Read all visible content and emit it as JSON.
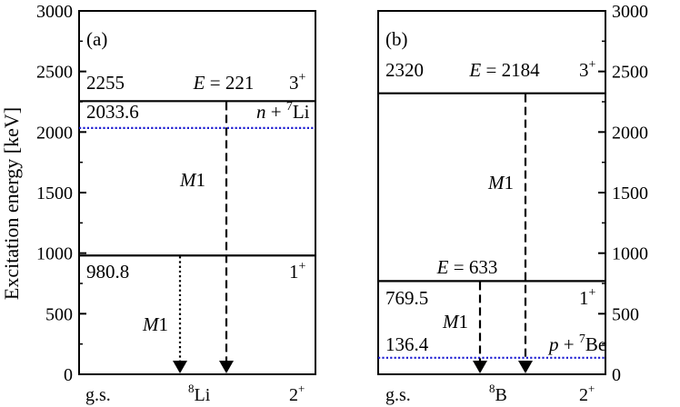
{
  "y_axis": {
    "label": "Excitation energy [keV]",
    "ticks": [
      "0",
      "500",
      "1000",
      "1500",
      "2000",
      "2500",
      "3000"
    ],
    "tick_values": [
      0,
      500,
      1000,
      1500,
      2000,
      2500,
      3000
    ],
    "range": [
      0,
      3000
    ]
  },
  "colors": {
    "threshold": "#1f1fd2",
    "lines": "#000000"
  },
  "panels": [
    {
      "id": "a",
      "panel_label": "(a)",
      "nucleus_mass": "8",
      "nucleus_symbol": "Li",
      "gs_label": "g.s.",
      "gs_spin": "2",
      "gs_parity": "+",
      "levels": [
        {
          "energy_value": 2255,
          "energy": "2255",
          "spin": "3",
          "parity": "+",
          "transition_label": "E = 221"
        },
        {
          "energy_value": 980.8,
          "energy": "980.8",
          "spin": "1",
          "parity": "+",
          "transition_label": ""
        }
      ],
      "threshold": {
        "energy_value": 2033.6,
        "energy": "2033.6",
        "channel_prefix": "n + ",
        "channel_mass": "7",
        "channel_symbol": "Li"
      },
      "transitions": [
        {
          "from_energy": 980.8,
          "style": "dotted",
          "label": "M1"
        },
        {
          "from_energy": 2255,
          "style": "dashed",
          "label": "M1"
        }
      ]
    },
    {
      "id": "b",
      "panel_label": "(b)",
      "nucleus_mass": "8",
      "nucleus_symbol": "B",
      "gs_label": "g.s.",
      "gs_spin": "2",
      "gs_parity": "+",
      "levels": [
        {
          "energy_value": 2320,
          "energy": "2320",
          "spin": "3",
          "parity": "+",
          "transition_label": "E = 2184"
        },
        {
          "energy_value": 769.5,
          "energy": "769.5",
          "spin": "1",
          "parity": "+",
          "transition_label": "E = 633"
        }
      ],
      "threshold": {
        "energy_value": 136.4,
        "energy": "136.4",
        "channel_prefix": "p + ",
        "channel_mass": "7",
        "channel_symbol": "Be"
      },
      "transitions": [
        {
          "from_energy": 769.5,
          "style": "dashed",
          "label": "M1"
        },
        {
          "from_energy": 2320,
          "style": "dashed",
          "label": "M1"
        }
      ]
    }
  ]
}
